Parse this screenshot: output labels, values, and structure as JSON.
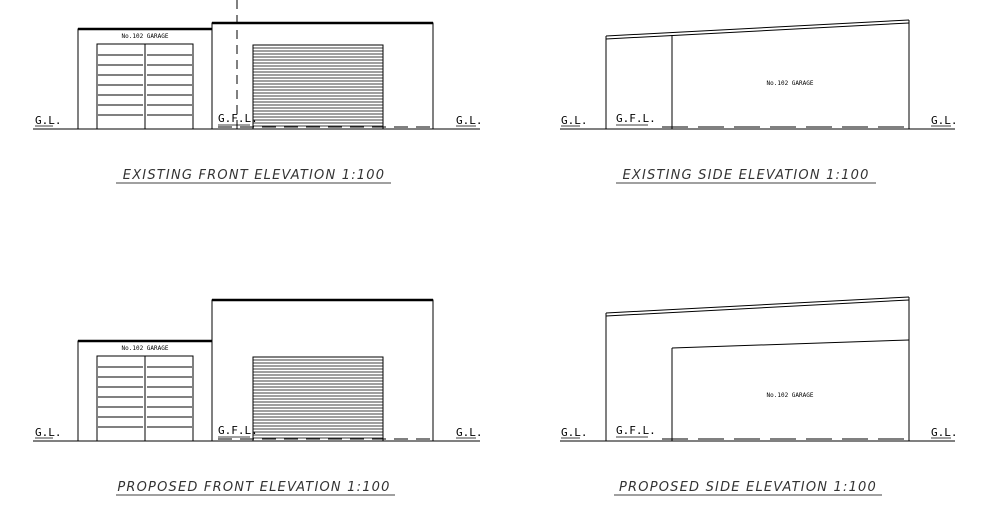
{
  "drawings": {
    "existing_front": {
      "title": "EXISTING FRONT ELEVATION 1:100",
      "left_gl": "G.L.",
      "gfl": "G.F.L.",
      "right_gl": "G.L.",
      "garage_label": "No.102 GARAGE"
    },
    "existing_side": {
      "title": "EXISTING SIDE ELEVATION 1:100",
      "left_gl": "G.L.",
      "gfl": "G.F.L.",
      "right_gl": "G.L.",
      "garage_label": "No.102 GARAGE"
    },
    "proposed_front": {
      "title": "PROPOSED FRONT ELEVATION 1:100",
      "left_gl": "G.L.",
      "gfl": "G.F.L.",
      "right_gl": "G.L.",
      "garage_label": "No.102 GARAGE"
    },
    "proposed_side": {
      "title": "PROPOSED SIDE ELEVATION 1:100",
      "left_gl": "G.L.",
      "gfl": "G.F.L.",
      "right_gl": "G.L.",
      "garage_label": "No.102 GARAGE"
    }
  }
}
